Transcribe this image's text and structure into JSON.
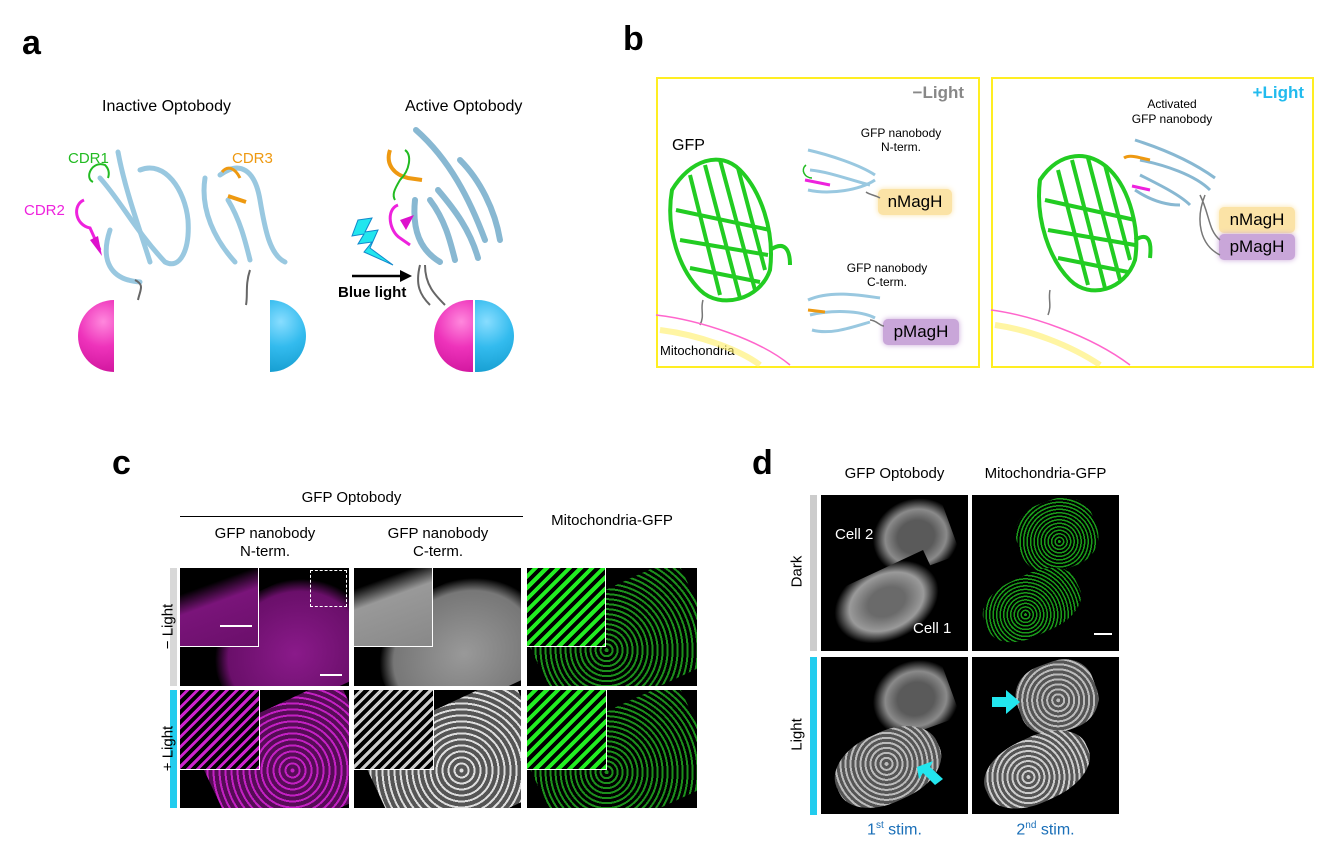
{
  "panel_a": {
    "letter": "a",
    "inactive_title": "Inactive Optobody",
    "active_title": "Active Optobody",
    "cdr1": "CDR1",
    "cdr2": "CDR2",
    "cdr3": "CDR3",
    "arrow_label": "Blue light",
    "colors": {
      "cdr1": "#22bb22",
      "cdr2": "#ee22dd",
      "cdr3": "#ee9911",
      "magnet_n": "#ee33bb",
      "magnet_p": "#33bbee",
      "bolt": "#22ddee",
      "ribbon": "#99c8e0"
    }
  },
  "panel_b": {
    "letter": "b",
    "left_box": {
      "state": "−Light",
      "gfp": "GFP",
      "nanobody_n_line1": "GFP nanobody",
      "nanobody_n_line2": "N-term.",
      "nanobody_c_line1": "GFP nanobody",
      "nanobody_c_line2": "C-term.",
      "nmagh": "nMagH",
      "pmagh": "pMagH",
      "mitochondria": "Mitochondria"
    },
    "right_box": {
      "state": "+Light",
      "activated_line1": "Activated",
      "activated_line2": "GFP nanobody",
      "nmagh": "nMagH",
      "pmagh": "pMagH"
    },
    "colors": {
      "border": "#ffee22",
      "minus_light": "#888888",
      "plus_light": "#22bbee",
      "nmagh_bg": "#fbe3a6",
      "pmagh_bg": "#c9a6d9",
      "gfp": "#22cc22"
    }
  },
  "panel_c": {
    "letter": "c",
    "group_header": "GFP Optobody",
    "columns": [
      {
        "line1": "GFP nanobody",
        "line2": "N-term.",
        "color": "magenta"
      },
      {
        "line1": "GFP nanobody",
        "line2": "C-term.",
        "color": "gray"
      },
      {
        "line1": "Mitochondria-GFP",
        "line2": "",
        "color": "green"
      }
    ],
    "rows": [
      {
        "label": "− Light",
        "bar_color": "#d8d8d8"
      },
      {
        "label": "+ Light",
        "bar_color": "#22ccee"
      }
    ]
  },
  "panel_d": {
    "letter": "d",
    "columns": [
      "GFP Optobody",
      "Mitochondria-GFP"
    ],
    "rows": [
      {
        "label": "Dark",
        "bar_color": "#cccccc"
      },
      {
        "label": "Light",
        "bar_color": "#22ccee"
      }
    ],
    "cell_labels": {
      "cell2": "Cell 2",
      "cell1": "Cell 1"
    },
    "stim": [
      {
        "num": "1",
        "sup": "st",
        "text": " stim."
      },
      {
        "num": "2",
        "sup": "nd",
        "text": " stim."
      }
    ],
    "colors": {
      "stim_text": "#1a6fb8",
      "arrow": "#22e0ee"
    }
  }
}
